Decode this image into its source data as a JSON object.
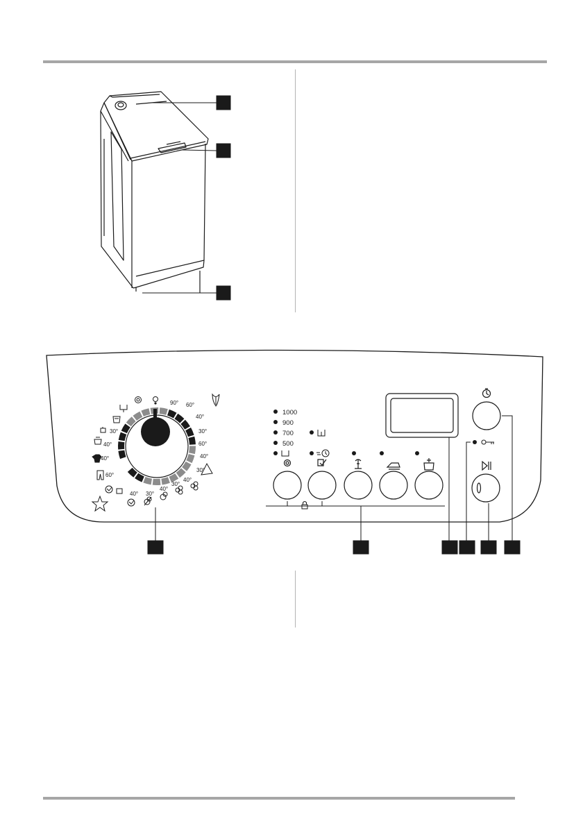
{
  "colors": {
    "rule": "#a6a6a6",
    "ink": "#1a1a1a",
    "segment_dark": "#1a1a1a",
    "segment_grey": "#8c8c8c",
    "callout": "#1a1a1a"
  },
  "machine": {
    "callouts": 3
  },
  "dial": {
    "temperatures_left": [
      "30°",
      "40°",
      "40°",
      "60°"
    ],
    "temperatures_right": [
      "90°",
      "60°",
      "40°",
      "30°",
      "60°",
      "40°",
      "30°"
    ],
    "temperatures_bottom": [
      "40°",
      "30°",
      "40°",
      "30°",
      "40°"
    ]
  },
  "speeds": [
    "1000",
    "900",
    "700",
    "500"
  ],
  "icons": [
    "off-icon",
    "spin-icon",
    "drain-icon",
    "eco-icon",
    "synthetics-icon",
    "delicates-icon",
    "wool-icon",
    "silk-icon",
    "jeans-icon",
    "duvet-icon",
    "sports-icon",
    "rinse-icon",
    "cotton-icon",
    "star-icon",
    "no-spin-icon",
    "quick-icon",
    "extra-rinse-icon",
    "easy-iron-icon",
    "stain-icon",
    "timer-icon",
    "start-pause-icon",
    "key-icon",
    "lock-icon"
  ],
  "panel_callouts": 6
}
